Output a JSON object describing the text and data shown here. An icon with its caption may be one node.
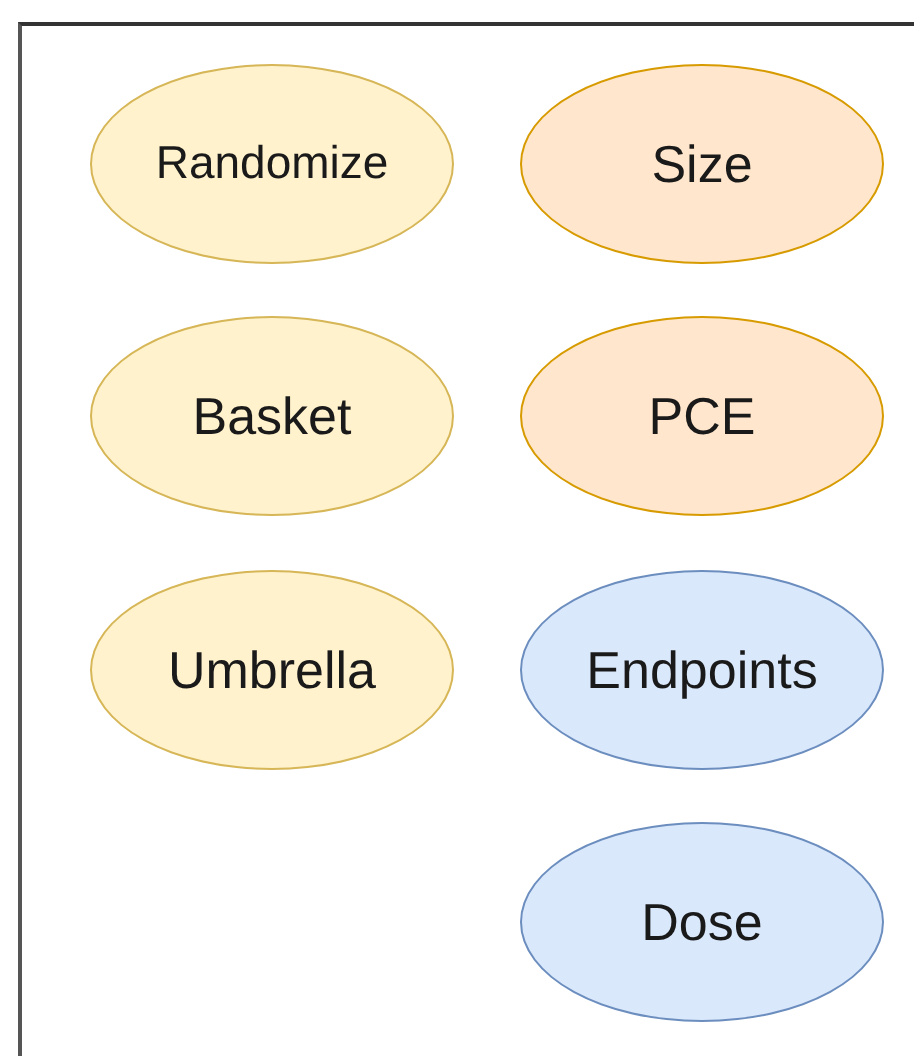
{
  "diagram": {
    "nodes": [
      {
        "text": [
          "Randomize"
        ]
      },
      {
        "text": [
          "Size"
        ]
      },
      {
        "text": [
          "Basket"
        ]
      },
      {
        "text": [
          "PCE"
        ]
      },
      {
        "text": [
          "Umbrella"
        ]
      },
      {
        "text": [
          "Endpoints"
        ]
      },
      {
        "text": [
          "Dose"
        ]
      }
    ]
  }
}
